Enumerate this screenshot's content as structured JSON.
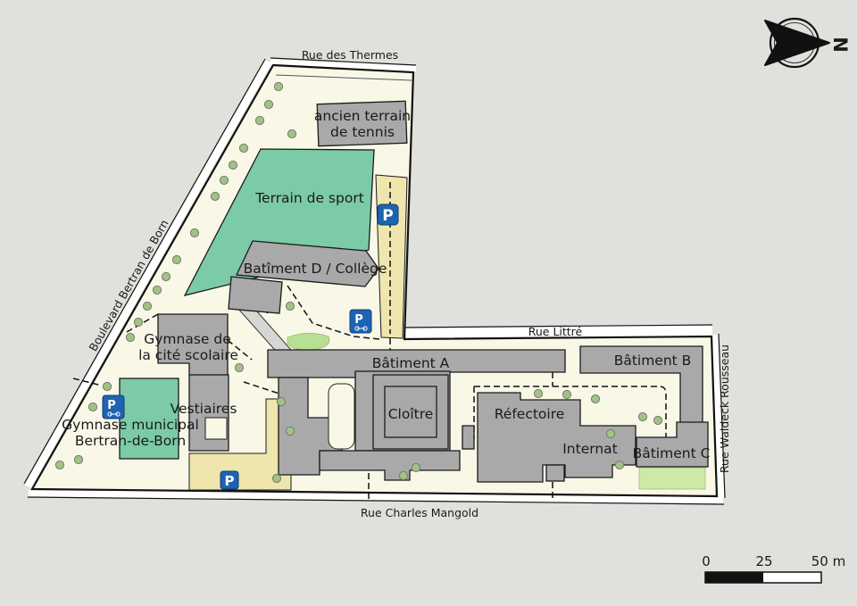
{
  "map_type": "campus-plan",
  "colors": {
    "background": "#e0e0dc",
    "campus_fill": "#f9f8e7",
    "building_gray": "#a9a9a9",
    "sport_teal": "#7bcba6",
    "lawn_green": "#cde9a6",
    "parking_yellow": "#efe6ae",
    "parking_blue": "#1e63b2",
    "outline_black": "#111111"
  },
  "streets": {
    "thermes": "Rue des Thermes",
    "boulevard": "Boulevard Bertran de Born",
    "littre": "Rue Littré",
    "waldeck": "Rue Waldeck Rousseau",
    "mangold": "Rue Charles Mangold"
  },
  "areas": {
    "terrain_sport": "Terrain de sport"
  },
  "buildings": {
    "tennis_line1": "ancien terrain",
    "tennis_line2": "de tennis",
    "batiment_d": "Batîment D / Collège",
    "gymnase_cite_line1": "Gymnase de",
    "gymnase_cite_line2": "la cité scolaire",
    "vestiaires": "Vestiaires",
    "gymnase_municipal_line1": "Gymnase municipal",
    "gymnase_municipal_line2": "Bertran-de-Born",
    "batiment_a": "Bâtiment A",
    "cloitre": "Cloître",
    "batiment_b": "Bâtiment B",
    "refectoire": "Réfectoire",
    "internat": "Internat",
    "batiment_c": "Bâtiment C"
  },
  "parking": {
    "p": "P"
  },
  "north": {
    "label": "N"
  },
  "scalebar": {
    "t0": "0",
    "t25": "25",
    "t50": "50 m"
  }
}
